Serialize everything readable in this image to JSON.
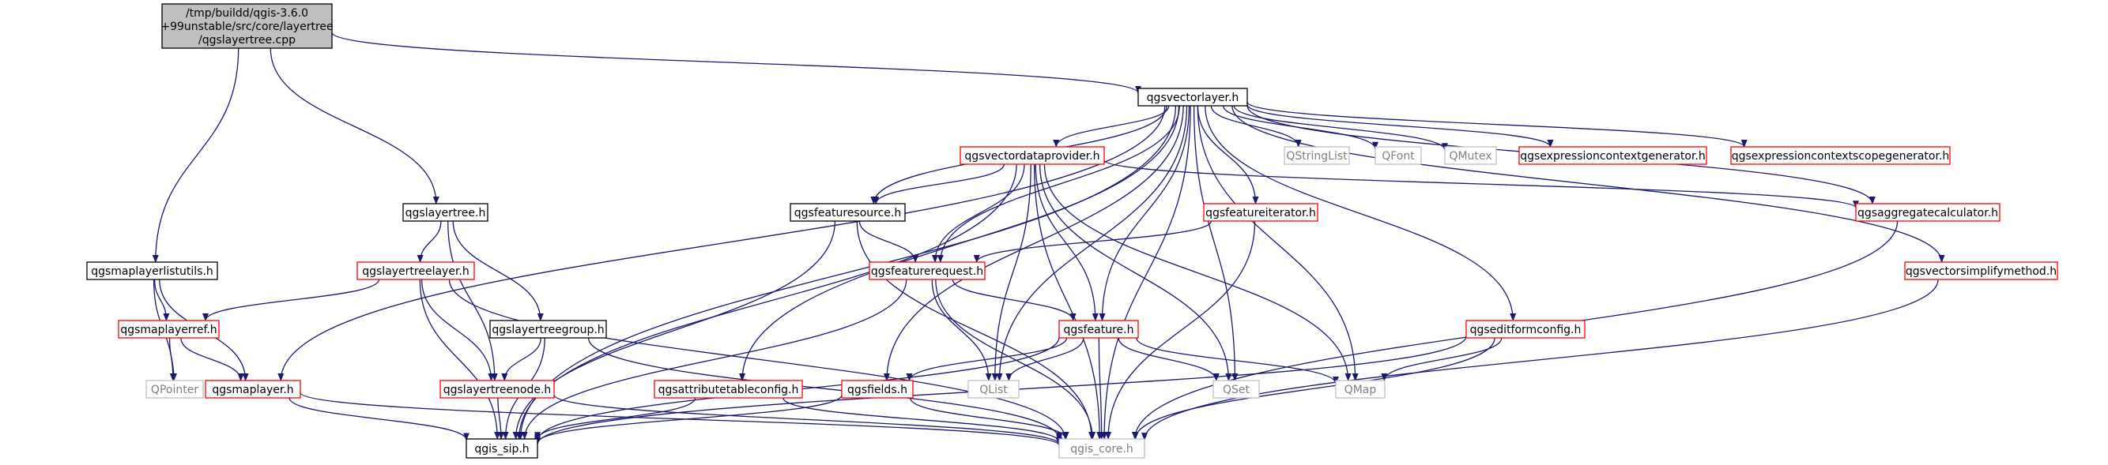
{
  "diagram": {
    "type": "include-dependency-graph",
    "colors": {
      "root_fill": "#bfbfbf",
      "root_border": "#000000",
      "documented_border": "#000000",
      "partial_border": "#ff0000",
      "external_border": "#bfbfbf",
      "edge": "#191970"
    },
    "nodes": [
      {
        "id": "root",
        "lines": [
          "/tmp/buildd/qgis-3.6.0",
          "+99unstable/src/core/layertree",
          "/qgslayertree.cpp"
        ],
        "style": "root"
      },
      {
        "id": "qgsvectorlayer",
        "lines": [
          "qgsvectorlayer.h"
        ],
        "style": "documented"
      },
      {
        "id": "qgsvectordataprovider",
        "lines": [
          "qgsvectordataprovider.h"
        ],
        "style": "partial"
      },
      {
        "id": "qstringlist",
        "lines": [
          "QStringList"
        ],
        "style": "external"
      },
      {
        "id": "qfont",
        "lines": [
          "QFont"
        ],
        "style": "external"
      },
      {
        "id": "qmutex",
        "lines": [
          "QMutex"
        ],
        "style": "external"
      },
      {
        "id": "qgsexprctxgen",
        "lines": [
          "qgsexpressioncontextgenerator.h"
        ],
        "style": "partial"
      },
      {
        "id": "qgsexprctxscopegen",
        "lines": [
          "qgsexpressioncontextscopegenerator.h"
        ],
        "style": "partial"
      },
      {
        "id": "qgslayertree",
        "lines": [
          "qgslayertree.h"
        ],
        "style": "documented"
      },
      {
        "id": "qgsfeaturesource",
        "lines": [
          "qgsfeaturesource.h"
        ],
        "style": "documented"
      },
      {
        "id": "qgsfeatureiterator",
        "lines": [
          "qgsfeatureiterator.h"
        ],
        "style": "partial"
      },
      {
        "id": "qgsaggregatecalculator",
        "lines": [
          "qgsaggregatecalculator.h"
        ],
        "style": "partial"
      },
      {
        "id": "qgsmaplayerlistutils",
        "lines": [
          "qgsmaplayerlistutils.h"
        ],
        "style": "documented"
      },
      {
        "id": "qgslayertreelayer",
        "lines": [
          "qgslayertreelayer.h"
        ],
        "style": "partial"
      },
      {
        "id": "qgsfeaturerequest",
        "lines": [
          "qgsfeaturerequest.h"
        ],
        "style": "partial"
      },
      {
        "id": "qgsvectorsimplifymethod",
        "lines": [
          "qgsvectorsimplifymethod.h"
        ],
        "style": "partial"
      },
      {
        "id": "qgsmaplayerref",
        "lines": [
          "qgsmaplayerref.h"
        ],
        "style": "partial"
      },
      {
        "id": "qgslayertreegroup",
        "lines": [
          "qgslayertreegroup.h"
        ],
        "style": "documented"
      },
      {
        "id": "qgsfeature",
        "lines": [
          "qgsfeature.h"
        ],
        "style": "partial"
      },
      {
        "id": "qgseditformconfig",
        "lines": [
          "qgseditformconfig.h"
        ],
        "style": "partial"
      },
      {
        "id": "qpointer",
        "lines": [
          "QPointer"
        ],
        "style": "external"
      },
      {
        "id": "qgsmaplayer",
        "lines": [
          "qgsmaplayer.h"
        ],
        "style": "partial"
      },
      {
        "id": "qgslayertreenode",
        "lines": [
          "qgslayertreenode.h"
        ],
        "style": "partial"
      },
      {
        "id": "qgsattributetableconfig",
        "lines": [
          "qgsattributetableconfig.h"
        ],
        "style": "partial"
      },
      {
        "id": "qgsfields",
        "lines": [
          "qgsfields.h"
        ],
        "style": "partial"
      },
      {
        "id": "qlist",
        "lines": [
          "QList"
        ],
        "style": "external"
      },
      {
        "id": "qset",
        "lines": [
          "QSet"
        ],
        "style": "external"
      },
      {
        "id": "qmap",
        "lines": [
          "QMap"
        ],
        "style": "external"
      },
      {
        "id": "qgis_sip",
        "lines": [
          "qgis_sip.h"
        ],
        "style": "documented"
      },
      {
        "id": "qgis_core",
        "lines": [
          "qgis_core.h"
        ],
        "style": "external"
      }
    ],
    "edges": [
      [
        "root",
        "qgsvectorlayer"
      ],
      [
        "root",
        "qgslayertree"
      ],
      [
        "root",
        "qgsmaplayerlistutils"
      ],
      [
        "qgsvectorlayer",
        "qgsvectordataprovider"
      ],
      [
        "qgsvectorlayer",
        "qstringlist"
      ],
      [
        "qgsvectorlayer",
        "qfont"
      ],
      [
        "qgsvectorlayer",
        "qmutex"
      ],
      [
        "qgsvectorlayer",
        "qgsexprctxgen"
      ],
      [
        "qgsvectorlayer",
        "qgsexprctxscopegen"
      ],
      [
        "qgsvectorlayer",
        "qgsfeaturesource"
      ],
      [
        "qgsvectorlayer",
        "qgsfeatureiterator"
      ],
      [
        "qgsvectorlayer",
        "qgsaggregatecalculator"
      ],
      [
        "qgsvectorlayer",
        "qgsvectorsimplifymethod"
      ],
      [
        "qgsvectorlayer",
        "qgseditformconfig"
      ],
      [
        "qgsvectorlayer",
        "qgsfeaturerequest"
      ],
      [
        "qgsvectorlayer",
        "qgsfeature"
      ],
      [
        "qgsvectorlayer",
        "qgsattributetableconfig"
      ],
      [
        "qgsvectorlayer",
        "qgsfields"
      ],
      [
        "qgsvectorlayer",
        "qgsmaplayer"
      ],
      [
        "qgsvectorlayer",
        "qlist"
      ],
      [
        "qgsvectorlayer",
        "qset"
      ],
      [
        "qgsvectorlayer",
        "qmap"
      ],
      [
        "qgsvectorlayer",
        "qgis_sip"
      ],
      [
        "qgsvectorlayer",
        "qgis_core"
      ],
      [
        "qgsvectordataprovider",
        "qgsfeaturesource"
      ],
      [
        "qgsvectordataprovider",
        "qgsaggregatecalculator"
      ],
      [
        "qgsvectordataprovider",
        "qgsfeaturerequest"
      ],
      [
        "qgsvectordataprovider",
        "qgsfeature"
      ],
      [
        "qgsvectordataprovider",
        "qlist"
      ],
      [
        "qgsvectordataprovider",
        "qset"
      ],
      [
        "qgsvectordataprovider",
        "qmap"
      ],
      [
        "qgsvectordataprovider",
        "qgis_sip"
      ],
      [
        "qgsvectordataprovider",
        "qgis_core"
      ],
      [
        "qgslayertree",
        "qgslayertreelayer"
      ],
      [
        "qgslayertree",
        "qgslayertreegroup"
      ],
      [
        "qgslayertree",
        "qgslayertreenode"
      ],
      [
        "qgsfeaturesource",
        "qgsfeaturerequest"
      ],
      [
        "qgsfeaturesource",
        "qgis_sip"
      ],
      [
        "qgsfeaturesource",
        "qgis_core"
      ],
      [
        "qgsfeatureiterator",
        "qgsfeaturerequest"
      ],
      [
        "qgsfeatureiterator",
        "qgis_core"
      ],
      [
        "qgsaggregatecalculator",
        "qgis_core"
      ],
      [
        "qgsmaplayerlistutils",
        "qgsmaplayerref"
      ],
      [
        "qgsmaplayerlistutils",
        "qgsmaplayer"
      ],
      [
        "qgsmaplayerlistutils",
        "qpointer"
      ],
      [
        "qgslayertreelayer",
        "qgsmaplayerref"
      ],
      [
        "qgslayertreelayer",
        "qgslayertreenode"
      ],
      [
        "qgslayertreelayer",
        "qgis_sip"
      ],
      [
        "qgslayertreelayer",
        "qgis_core"
      ],
      [
        "qgsfeaturerequest",
        "qgsfeature"
      ],
      [
        "qgsfeaturerequest",
        "qlist"
      ],
      [
        "qgsfeaturerequest",
        "qgis_sip"
      ],
      [
        "qgsfeaturerequest",
        "qgis_core"
      ],
      [
        "qgsvectorsimplifymethod",
        "qgis_core"
      ],
      [
        "qgsmaplayerref",
        "qpointer"
      ],
      [
        "qgsmaplayerref",
        "qgsmaplayer"
      ],
      [
        "qgslayertreegroup",
        "qgslayertreenode"
      ],
      [
        "qgslayertreegroup",
        "qgis_sip"
      ],
      [
        "qgslayertreegroup",
        "qgis_core"
      ],
      [
        "qgsfeature",
        "qgsfields"
      ],
      [
        "qgsfeature",
        "qlist"
      ],
      [
        "qgsfeature",
        "qset"
      ],
      [
        "qgsfeature",
        "qmap"
      ],
      [
        "qgsfeature",
        "qgis_sip"
      ],
      [
        "qgsfeature",
        "qgis_core"
      ],
      [
        "qgseditformconfig",
        "qmap"
      ],
      [
        "qgseditformconfig",
        "qgis_sip"
      ],
      [
        "qgseditformconfig",
        "qgis_core"
      ],
      [
        "qgsmaplayer",
        "qgis_sip"
      ],
      [
        "qgsmaplayer",
        "qgis_core"
      ],
      [
        "qgslayertreenode",
        "qgis_sip"
      ],
      [
        "qgslayertreenode",
        "qgis_core"
      ],
      [
        "qgsattributetableconfig",
        "qgis_sip"
      ],
      [
        "qgsattributetableconfig",
        "qgis_core"
      ],
      [
        "qgsfields",
        "qgis_sip"
      ],
      [
        "qgsfields",
        "qgis_core"
      ]
    ]
  }
}
